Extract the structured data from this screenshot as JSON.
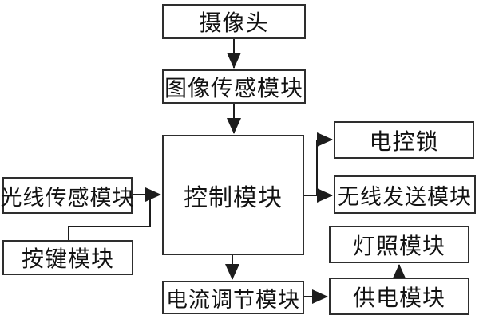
{
  "diagram": {
    "title": "monitoring control system block diagram",
    "background_color": "#ffffff",
    "line_color": "#1d1d1d",
    "box_border_color": "#2e2e2e",
    "text_color": "#121212",
    "nodes": {
      "camera": {
        "label": "摄像头"
      },
      "image_sensor": {
        "label": "图像传感模块"
      },
      "control": {
        "label": "控制模块"
      },
      "light_sensor": {
        "label": "光线传感模块"
      },
      "button": {
        "label": "按键模块"
      },
      "electric_lock": {
        "label": "电控锁"
      },
      "wireless": {
        "label": "无线发送模块"
      },
      "lighting": {
        "label": "灯照模块"
      },
      "power": {
        "label": "供电模块"
      },
      "current_adjust": {
        "label": "电流调节模块"
      }
    },
    "edges": [
      {
        "from": "camera",
        "to": "image_sensor"
      },
      {
        "from": "image_sensor",
        "to": "control"
      },
      {
        "from": "light_sensor",
        "to": "control"
      },
      {
        "from": "button",
        "to": "control"
      },
      {
        "from": "control",
        "to": "electric_lock"
      },
      {
        "from": "control",
        "to": "wireless"
      },
      {
        "from": "control",
        "to": "current_adjust"
      },
      {
        "from": "current_adjust",
        "to": "power"
      },
      {
        "from": "power",
        "to": "lighting"
      }
    ]
  }
}
